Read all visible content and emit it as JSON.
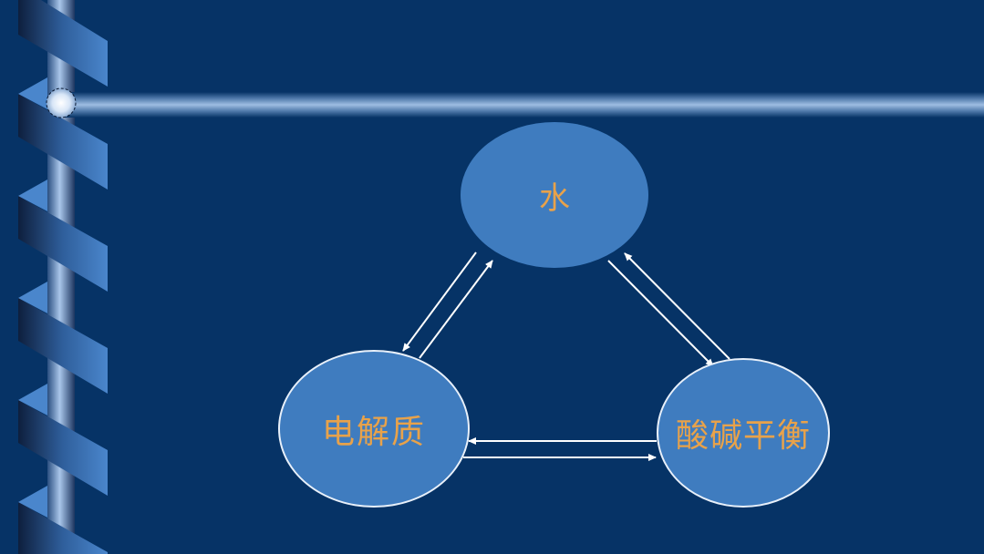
{
  "slide": {
    "background_color": "#063366",
    "node_fill_color": "#3f7cbf",
    "node_text_color": "#e8a24a",
    "arrow_color": "#ffffff"
  },
  "diagram": {
    "nodes": [
      {
        "id": "water",
        "label": "水"
      },
      {
        "id": "electrolyte",
        "label": "电解质"
      },
      {
        "id": "acid_base",
        "label": "酸碱平衡"
      }
    ],
    "edges": [
      {
        "from": "water",
        "to": "electrolyte"
      },
      {
        "from": "electrolyte",
        "to": "water"
      },
      {
        "from": "water",
        "to": "acid_base"
      },
      {
        "from": "acid_base",
        "to": "water"
      },
      {
        "from": "acid_base",
        "to": "electrolyte"
      },
      {
        "from": "electrolyte",
        "to": "acid_base"
      }
    ]
  }
}
